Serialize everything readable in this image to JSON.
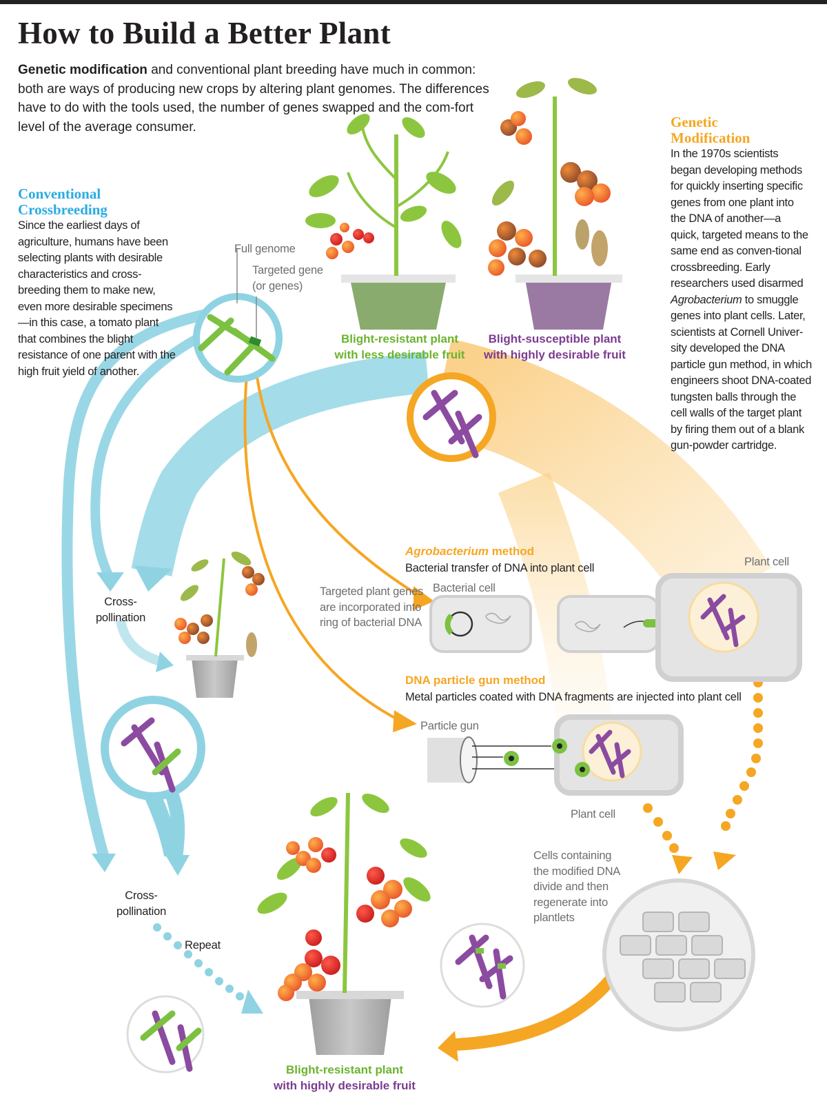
{
  "title": "How to Build a Better Plant",
  "intro": {
    "lead": "Genetic modification",
    "rest": " and conventional plant breeding have much in common: both are ways of producing new crops by altering plant genomes. The differences have to do with the tools used, the number of genes swapped and the com-fort level of the average consumer."
  },
  "conventional": {
    "heading_line1": "Conventional",
    "heading_line2": "Crossbreeding",
    "body": "Since the earliest days of agriculture, humans have been selecting plants with desirable characteristics and cross-breeding them to make new, even more desirable specimens—in this case, a tomato plant that combines the blight resistance of one parent with the high fruit yield of another."
  },
  "genetic": {
    "heading_line1": "Genetic",
    "heading_line2": "Modification",
    "body_pre": "In the 1970s scientists began developing methods for quickly inserting specific genes from one plant into the DNA of another—a quick, targeted means to the same end as conven-tional crossbreeding. Early researchers used disarmed ",
    "body_italic": "Agrobacterium",
    "body_post": " to smuggle genes into plant cells. Later, scientists at Cornell Univer-sity developed the DNA particle gun method, in which engineers shoot DNA-coated tungsten balls through the cell walls of the target plant by firing them out of a blank gun-powder cartridge."
  },
  "labels": {
    "full_genome": "Full genome",
    "targeted_gene_1": "Targeted gene",
    "targeted_gene_2": "(or genes)",
    "parent_a_1": "Blight-resistant plant",
    "parent_a_2": "with less desirable fruit",
    "parent_b_1": "Blight-susceptible plant",
    "parent_b_2": "with highly desirable fruit",
    "cross_1a": "Cross-",
    "cross_1b": "pollination",
    "cross_2a": "Cross-",
    "cross_2b": "pollination",
    "repeat": "Repeat",
    "agro_method_italic": "Agrobacterium",
    "agro_method_rest": " method",
    "agro_desc": "Bacterial transfer of DNA into plant cell",
    "bacterial_cell": "Bacterial cell",
    "plant_cell_1": "Plant cell",
    "targeted_incorporated": "Targeted plant genes are incorporated into ring of bacterial DNA",
    "gun_method": "DNA particle gun method",
    "gun_desc": "Metal particles coated with DNA fragments are injected into plant cell",
    "particle_gun": "Particle gun",
    "plant_cell_2": "Plant cell",
    "cells_divide": "Cells containing the modified DNA divide and then regenerate into plantlets",
    "result_1": "Blight-resistant plant",
    "result_2": "with highly desirable fruit"
  },
  "colors": {
    "green": "#6ab42d",
    "purple": "#7b3c8e",
    "orange": "#f5a623",
    "blue": "#8fd3e3",
    "pot_green": "#8aab6e",
    "pot_purple": "#9a7aa3",
    "pot_gray": "#b8b8b8"
  }
}
